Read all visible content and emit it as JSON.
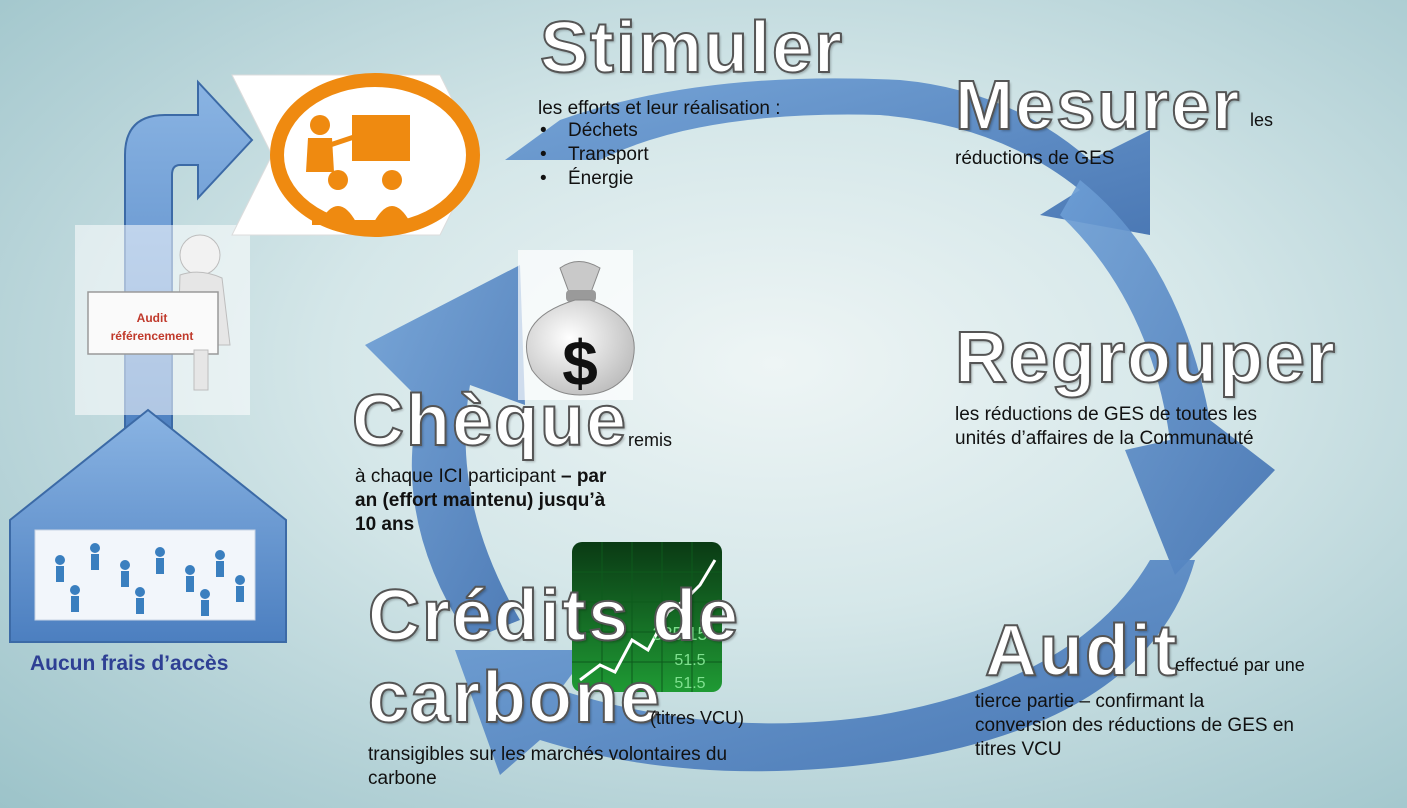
{
  "stimuler": {
    "heading": "Stimuler",
    "text": "les efforts et leur réalisation :",
    "items": [
      "Déchets",
      "Transport",
      "Énergie"
    ]
  },
  "mesurer": {
    "heading": "Mesurer",
    "suffix": "les",
    "text": "réductions de GES"
  },
  "regrouper": {
    "heading": "Regrouper",
    "text_line1": "les réductions de GES de toutes les",
    "text_line2": "unités d’affaires de la Communauté"
  },
  "audit": {
    "heading": "Audit",
    "suffix": "effectué par une",
    "text_line1": "tierce partie – confirmant la",
    "text_line2": "conversion des réductions de GES en",
    "text_line3": "titres VCU"
  },
  "credits": {
    "heading_line1": "Crédits de",
    "heading_line2": "carbone",
    "suffix": "(titres VCU)",
    "text_line1": "transigibles sur les marchés volontaires du",
    "text_line2": "carbone",
    "chart_numbers": [
      "335.15",
      "51.5",
      "51.5"
    ]
  },
  "cheque": {
    "heading": "Chèque",
    "suffix": "remis",
    "text_plain": "à chaque ICI participant",
    "text_bold1": "– par",
    "text_bold2": "an (effort maintenu) jusqu’à",
    "text_bold3": "10 ans"
  },
  "left": {
    "sign_line1": "Audit",
    "sign_line2": "référencement",
    "aucun": "Aucun frais d’accès"
  },
  "colors": {
    "arrow": "#4b7fbf",
    "orange": "#ef8a10",
    "aucun": "#2e3f94"
  },
  "icons": [
    "presentation-icon",
    "money-bag-icon",
    "stock-chart-icon",
    "network-people-icon",
    "person-sign-icon",
    "up-arrow-icon"
  ]
}
